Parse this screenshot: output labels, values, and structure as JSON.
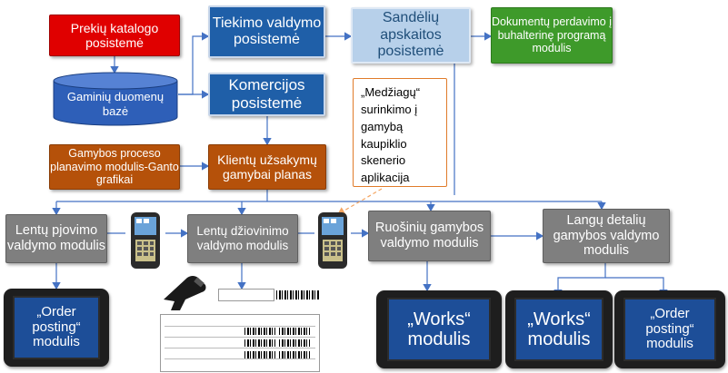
{
  "colors": {
    "red": "#e00000",
    "blue": "#1f5fa8",
    "light_blue": "#b7d0ea",
    "green": "#3e9a2a",
    "brown": "#b5510a",
    "grey": "#7f7f7f",
    "arrow": "#4472c4",
    "dashed_arrow": "#f4a460"
  },
  "nodes": {
    "prekiu_katalogo": "Prekių katalogo posistemė",
    "gaminiu_db": "Gaminių duomenų bazė",
    "tiekimo": "Tiekimo valdymo posistemė",
    "sandeliu": "Sandėlių apskaitos posistemė",
    "dokumentu": "Dokumentų perdavimo į buhalterinę programą modulis",
    "komercijos": "Komercijos posistemė",
    "medziagu_note": "„Medžiagų“\nsurinkimo į\ngamybą\nkaupiklio\nskenerio\naplikacija",
    "gamybos_proceso": "Gamybos proceso planavimo modulis-Ganto grafikai",
    "klientu": "Klientų užsakymų gamybai planas",
    "lentu_pjovimo": "Lentų pjovimo valdymo modulis",
    "lentu_dziovinimo": "Lentų džiovinimo valdymo modulis",
    "ruosiniu": "Ruošinių gamybos valdymo modulis",
    "langu": "Langų detalių gamybos valdymo modulis"
  },
  "tablets": {
    "order1": "„Order posting“ modulis",
    "works1": "„Works“ modulis",
    "works2": "„Works“ modulis",
    "order2": "„Order posting“ modulis"
  },
  "icons": [
    "handheld-terminal-icon",
    "barcode-scanner-icon",
    "printed-document-icon",
    "barcode-label-icon"
  ]
}
